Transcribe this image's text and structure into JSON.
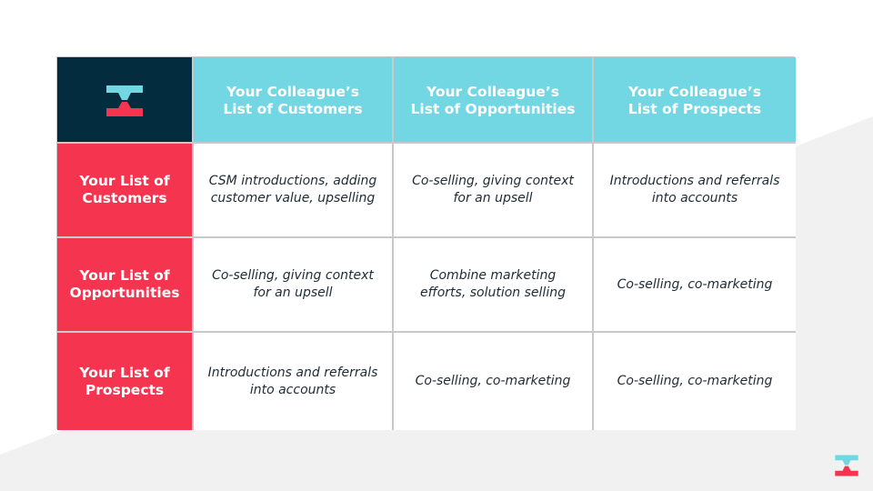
{
  "colors": {
    "navy": "#032d3e",
    "cyan": "#72d7e3",
    "red": "#f5354f",
    "background_shape": "#f1f1f1"
  },
  "logo": {
    "name": "crossbeam-logo"
  },
  "header": [
    {
      "label": "Your Colleague’s\nList of Customers"
    },
    {
      "label": "Your Colleague’s\nList of Opportunities"
    },
    {
      "label": "Your Colleague’s\nList of Prospects"
    }
  ],
  "rows": [
    {
      "label": "Your List of\nCustomers",
      "cells": [
        "CSM introductions, adding\ncustomer value, upselling",
        "Co-selling, giving context\nfor an upsell",
        "Introductions and referrals\ninto accounts"
      ]
    },
    {
      "label": "Your List of\nOpportunities",
      "cells": [
        "Co-selling, giving context\nfor an upsell",
        "Combine marketing\nefforts, solution selling",
        "Co-selling, co-marketing"
      ]
    },
    {
      "label": "Your List of\nProspects",
      "cells": [
        "Introductions and referrals\ninto accounts",
        "Co-selling, co-marketing",
        "Co-selling, co-marketing"
      ]
    }
  ]
}
